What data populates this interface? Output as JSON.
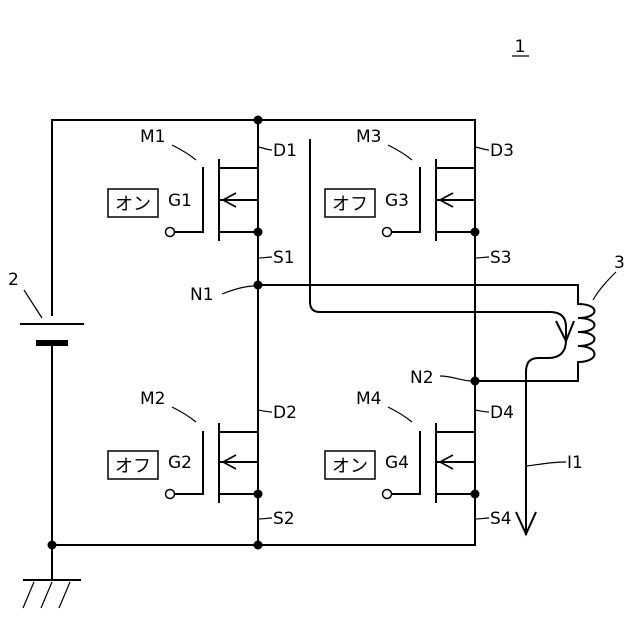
{
  "figure": {
    "number": "1"
  },
  "components": {
    "battery": "2",
    "coil": "3",
    "current": "I1",
    "node1": "N1",
    "node2": "N2"
  },
  "transistors": [
    {
      "name": "M1",
      "gate": "G1",
      "drain": "D1",
      "source": "S1",
      "state": "オン"
    },
    {
      "name": "M2",
      "gate": "G2",
      "drain": "D2",
      "source": "S2",
      "state": "オフ"
    },
    {
      "name": "M3",
      "gate": "G3",
      "drain": "D3",
      "source": "S3",
      "state": "オフ"
    },
    {
      "name": "M4",
      "gate": "G4",
      "drain": "D4",
      "source": "S4",
      "state": "オン"
    }
  ]
}
